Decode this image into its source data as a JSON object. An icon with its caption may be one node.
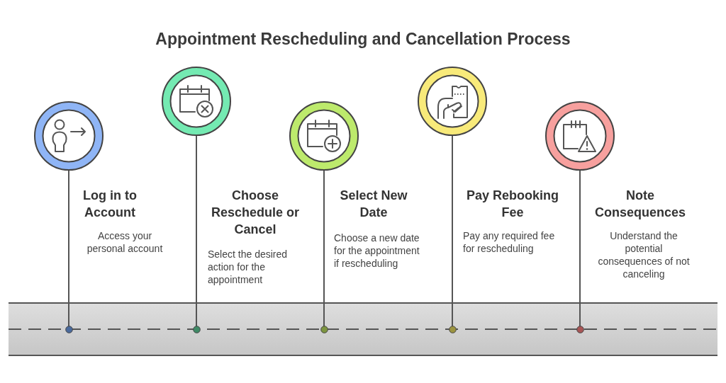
{
  "diagram": {
    "title": "Appointment Rescheduling and Cancellation Process",
    "nodes": [
      {
        "text": [
          "Log in to Account",
          "Access your personal account"
        ]
      },
      {
        "text": [
          "Choose Reschedule or Cancel",
          "Select the desired action for the appointment"
        ]
      },
      {
        "text": [
          "Select New Date",
          "Choose a new date for the appointment if rescheduling"
        ]
      },
      {
        "text": [
          "Pay Rebooking Fee",
          "Pay any required fee for rescheduling"
        ]
      },
      {
        "text": [
          "Note Consequences",
          "Understand the potential consequences of not canceling"
        ]
      }
    ]
  }
}
